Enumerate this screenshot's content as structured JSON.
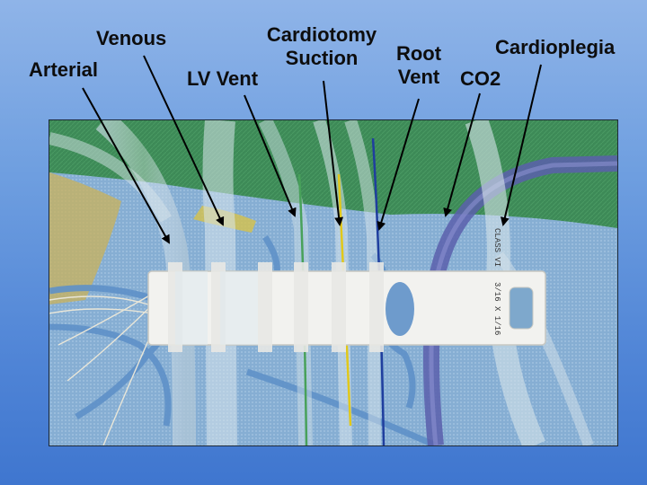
{
  "labels": {
    "arterial": "Arterial",
    "venous": "Venous",
    "lv_vent": "LV Vent",
    "cardiotomy_suction_line1": "Cardiotomy",
    "cardiotomy_suction_line2": "Suction",
    "root_vent_line1": "Root",
    "root_vent_line2": "Vent",
    "co2": "CO2",
    "cardioplegia": "Cardioplegia"
  },
  "photo": {
    "tube_print_1": "CLASS VI",
    "tube_print_2": "3/16 X 1/16"
  },
  "colors": {
    "background": "#5a8ee0",
    "drape_green": "#3f8a55",
    "drape_blue": "#7fa9cf",
    "organizer": "#f3f3f1",
    "co2_tube": "#6a6fb8",
    "arrow": "#000000"
  }
}
